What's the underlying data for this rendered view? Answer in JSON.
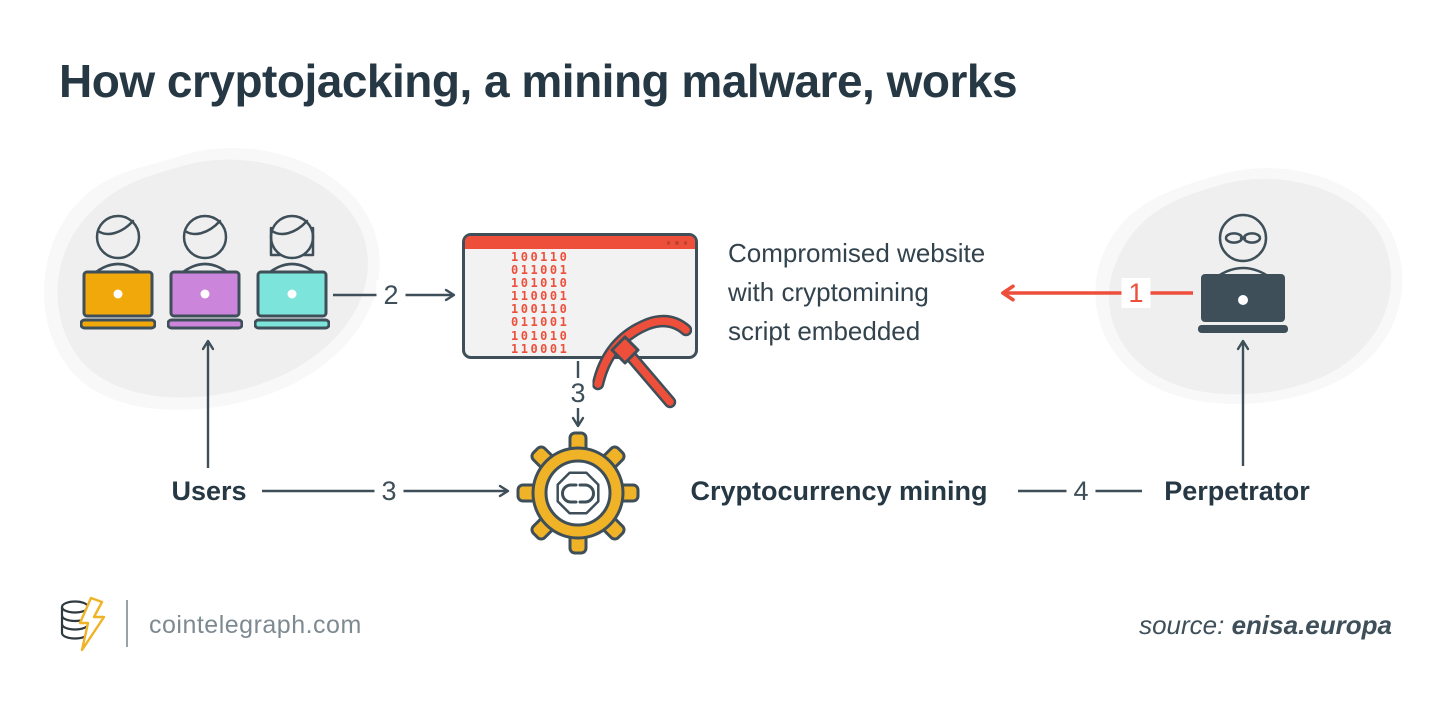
{
  "title": "How cryptojacking, a mining malware, works",
  "diagram": {
    "users_label": "Users",
    "mining_label": "Cryptocurrency mining",
    "perpetrator_label": "Perpetrator",
    "website_caption": [
      "Compromised website",
      "with cryptomining",
      "script embedded"
    ],
    "binary_rows": [
      "100110",
      "011001",
      "101010",
      "110001",
      "100110",
      "011001",
      "101010",
      "110001"
    ],
    "steps": {
      "perp_to_site": "1",
      "users_to_site": "2",
      "site_to_mining": "3",
      "users_to_mining": "3",
      "mining_to_perp": "4"
    }
  },
  "footer": {
    "brand": "cointelegraph.com",
    "source_prefix": "source:",
    "source_name": "enisa.europa"
  },
  "colors": {
    "ink": "#3E4F59",
    "ink_dark": "#263844",
    "red": "#EE4F3B",
    "laptop_yellow": "#F0A80B",
    "laptop_purple": "#CB85DB",
    "laptop_teal": "#7CE4DA",
    "gear_yellow": "#F0B327",
    "blob": "#EFEFEF",
    "blob_light": "#F8F8F8",
    "window_bg": "#F2F2F3",
    "brand_gray": "#7E8A91",
    "dots_red": "#BC4530"
  }
}
